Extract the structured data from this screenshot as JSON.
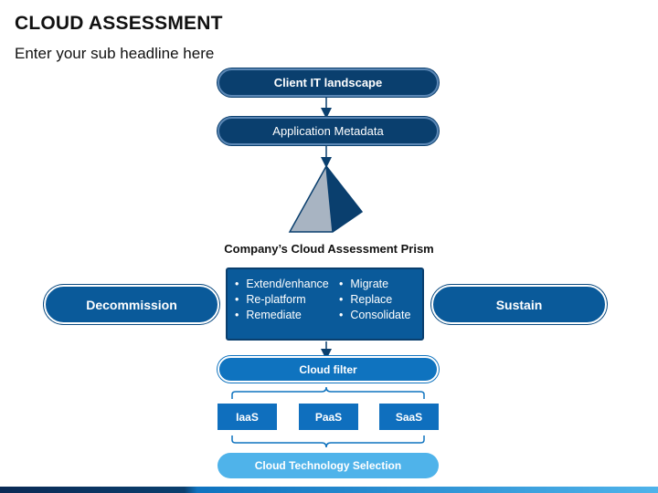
{
  "header": {
    "title": "CLOUD ASSESSMENT",
    "subtitle": "Enter your sub headline here"
  },
  "flow": {
    "client_it": "Client IT landscape",
    "app_metadata": "Application Metadata",
    "prism_label": "Company’s Cloud Assessment Prism",
    "decommission": "Decommission",
    "sustain": "Sustain",
    "options_left": [
      "Extend/enhance",
      "Re-platform",
      "Remediate"
    ],
    "options_right": [
      "Migrate",
      "Replace",
      "Consolidate"
    ],
    "cloud_filter": "Cloud filter",
    "services": [
      "IaaS",
      "PaaS",
      "SaaS"
    ],
    "selection": "Cloud Technology Selection"
  },
  "colors": {
    "dark_navy": "#0a3f6e",
    "mid_blue": "#0a5a9a",
    "bright_blue": "#0f73bf",
    "light_blue": "#4fb3ea"
  }
}
